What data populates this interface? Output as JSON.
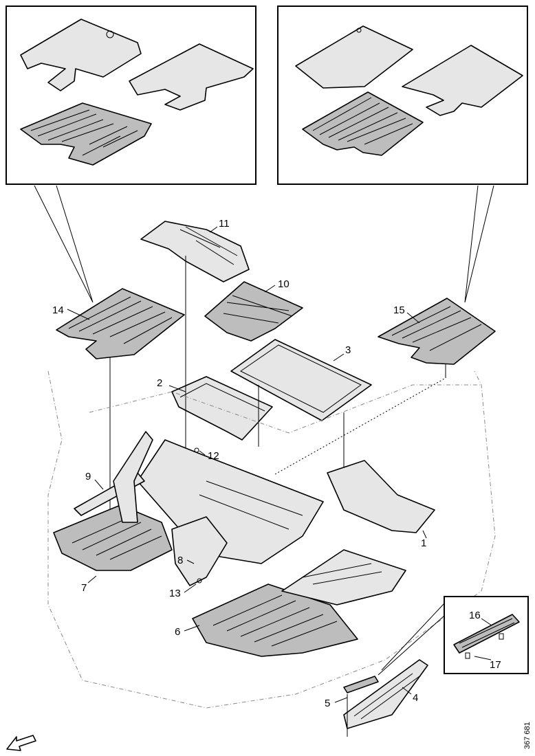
{
  "labels": {
    "p1": "1",
    "p2": "2",
    "p3": "3",
    "p4": "4",
    "p5": "5",
    "p6": "6",
    "p7": "7",
    "p8": "8",
    "p9": "9",
    "p10": "10",
    "p11": "11",
    "p12": "12",
    "p13": "13",
    "p14": "14",
    "p15": "15",
    "p16": "16",
    "p17": "17"
  },
  "figure_code": "367 681"
}
